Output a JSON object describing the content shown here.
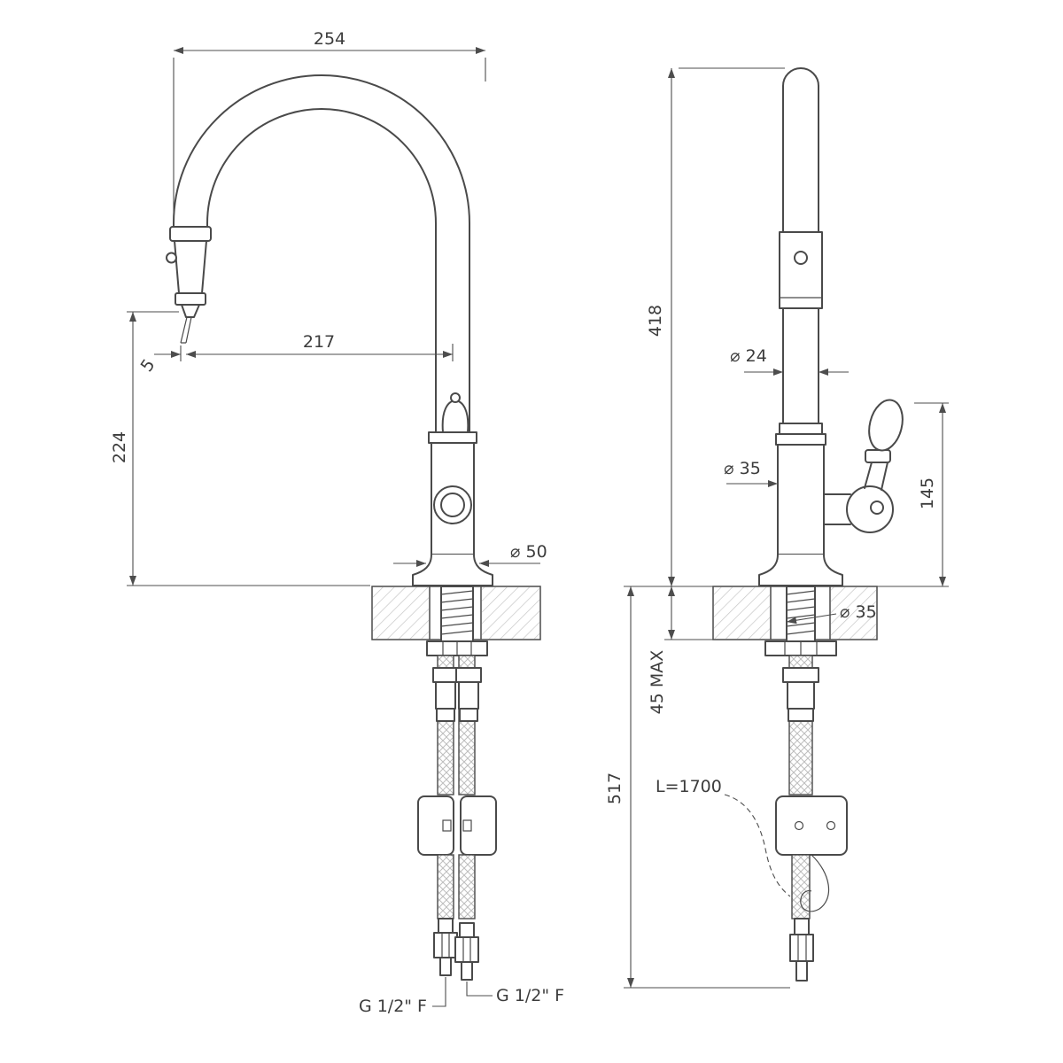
{
  "left_view": {
    "dims": {
      "overall_reach": "254",
      "spout_reach": "217",
      "tip_offset": "5",
      "outlet_height": "224",
      "base_diameter": "⌀ 50",
      "left_inlet_thread": "G 1/2\" F",
      "right_inlet_thread": "G 1/2\" F"
    }
  },
  "right_view": {
    "dims": {
      "overall_height": "418",
      "pipe_diameter": "⌀ 24",
      "body_diameter": "⌀ 35",
      "handle_height": "145",
      "deck_thickness_max": "45 MAX",
      "under_bench_length": "517",
      "hole_diameter": "⌀ 35",
      "hose_length": "L=1700"
    }
  },
  "style": {
    "line_color": "#4a4a4a",
    "dim_color": "#4d4d4d",
    "hatch_color": "#c6c6c6",
    "background": "#ffffff"
  }
}
